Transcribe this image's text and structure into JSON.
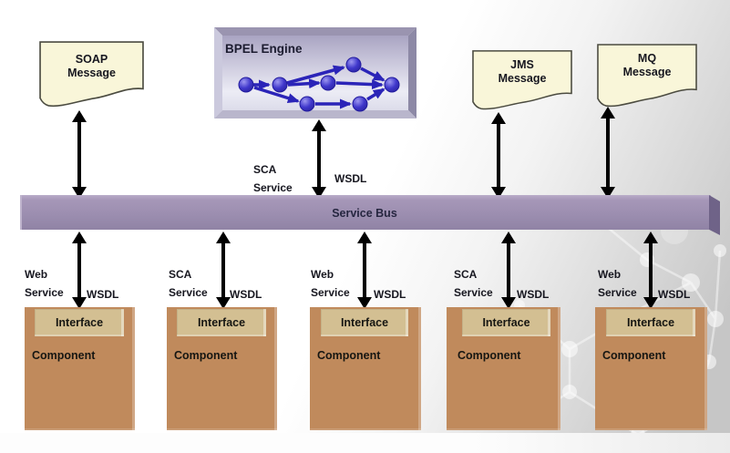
{
  "messages": [
    {
      "line1": "SOAP",
      "line2": "Message"
    },
    {
      "line1": "JMS",
      "line2": "Message"
    },
    {
      "line1": "MQ",
      "line2": "Message"
    }
  ],
  "bpel_engine": {
    "label": "BPEL Engine"
  },
  "bpel_connection": {
    "service_line1": "SCA",
    "service_line2": "Service",
    "wsdl": "WSDL"
  },
  "service_bus": {
    "label": "Service Bus"
  },
  "components": [
    {
      "service_line1": "Web",
      "service_line2": "Service",
      "wsdl": "WSDL",
      "interface_label": "Interface",
      "body_label": "Component"
    },
    {
      "service_line1": "SCA",
      "service_line2": "Service",
      "wsdl": "WSDL",
      "interface_label": "Interface",
      "body_label": "Component"
    },
    {
      "service_line1": "Web",
      "service_line2": "Service",
      "wsdl": "WSDL",
      "interface_label": "Interface",
      "body_label": "Component"
    },
    {
      "service_line1": "SCA",
      "service_line2": "Service",
      "wsdl": "WSDL",
      "interface_label": "Interface",
      "body_label": "Component"
    },
    {
      "service_line1": "Web",
      "service_line2": "Service",
      "wsdl": "WSDL",
      "interface_label": "Interface",
      "body_label": "Component"
    }
  ],
  "colors": {
    "document-fill": "#F9F6D9",
    "document-border": "#4B4B40",
    "bus-fill": "#9C8EB0",
    "bus-edge": "#6F6388",
    "component-fill": "#C08A5C",
    "interface-fill": "#D3BF92",
    "node-blue": "#3B34C4",
    "edge-blue": "#2B24B8",
    "arrow-color": "#000000",
    "text-color": "#16161F",
    "bg-right": "#C6C6C6"
  }
}
